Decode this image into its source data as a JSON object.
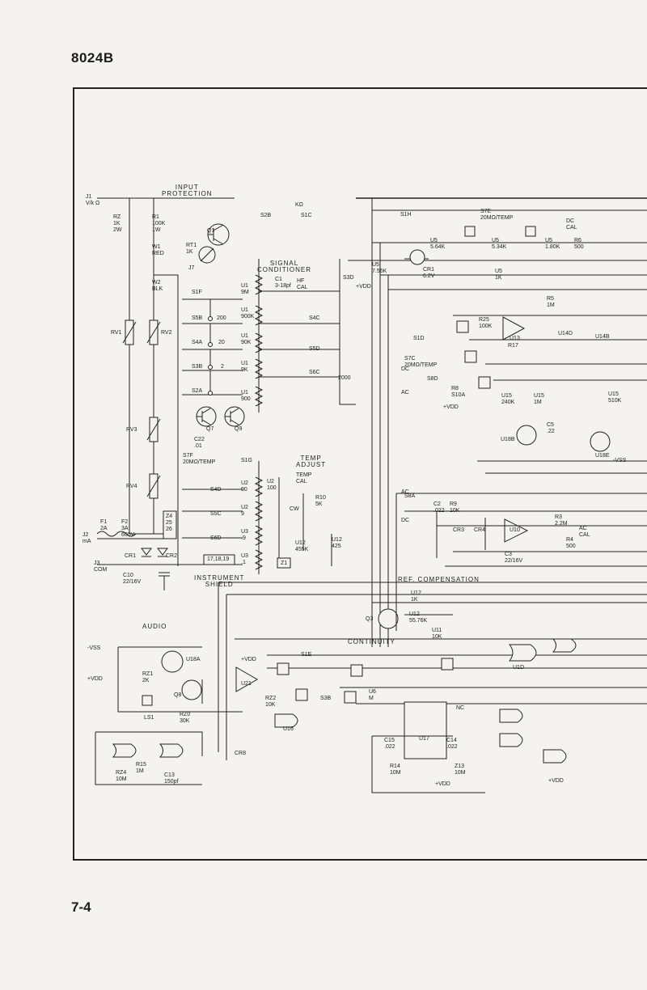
{
  "header": {
    "model": "8024B"
  },
  "footer": {
    "page": "7-4"
  },
  "schematic": {
    "blocks": {
      "input_protection": "INPUT\nPROTECTION",
      "signal_conditioner": "SIGNAL\nCONDITIONER",
      "temp_adjust": "TEMP\nADJUST",
      "ref_compensation": "REF. COMPENSATION",
      "continuity": "CONTINUITY",
      "audio": "AUDIO",
      "instrument_shield": "INSTRUMENT\nSHIELD"
    },
    "inputs": {
      "j1": "J1\nV/k Ω",
      "j2": "J2\nmA",
      "j3": "J3\nCOM",
      "j7": "J7",
      "w1": "W1\nRED",
      "w2": "W2\nBLK"
    },
    "components": {
      "rz": "RZ\n1K\n2W",
      "r1": "R1\n100K\n1W",
      "rv1": "RV1",
      "rv2": "RV2",
      "rv3": "RV3",
      "rv4": "RV4",
      "f1": "F1\n2A",
      "f2": "F2\n3A\n600V",
      "cr1": "CR1",
      "cr2": "CR2",
      "c10": "C10\n22/16V",
      "q1": "Q1",
      "rt1": "RT1\n1K",
      "q7": "Q7",
      "q9": "Q9",
      "c22": "C22\n.01",
      "c1": "C1\n3-18pf",
      "hf_cal": "HF\nCAL",
      "s2b": "S2B",
      "s1c": "S1C",
      "k_omega": "KΩ",
      "s1f": "S1F",
      "s5b": "S5B",
      "s4a": "S4A",
      "s3b": "S3B",
      "s2a": "S2A",
      "s3d": "S3D",
      "s4c": "S4C",
      "s5d": "S5D",
      "s6c": "S6C",
      "u1_9m": "U1\n9M",
      "u1_900k": "U1\n900K",
      "u1_90k": "U1\n90K",
      "u1_9k": "U1\n9K",
      "u1_900": "U1\n900",
      "r_200": "200",
      "r_20": "20",
      "r_2": "2",
      "r_2000": "2000",
      "s7f": "S7F\n20MΩ/TEMP",
      "s1g": "S1G",
      "s4d": "S4D",
      "s5c": "S5C",
      "s6d": "S6D",
      "u2_90": "U2\n90",
      "u2_9": "U2\n9",
      "u3_9": "U3\n.9",
      "u3_1": "U3\n.1",
      "u2_100": "U2\n100",
      "temp_cal": "TEMP\nCAL",
      "r10": "R10\n5K",
      "cw": "CW",
      "u12_455k": "U12\n455K",
      "u12_425": "U12\n425",
      "z1": "Z1",
      "z4": "Z4\n25\n26",
      "z17": "17,18,19",
      "s1h": "S1H",
      "s7e": "S7E\n20MΩ/TEMP",
      "dc_cal": "DC\nCAL",
      "r6": "R6\n500",
      "u5_564k": "U5\n5.64K",
      "u5_534k": "U5\n5.34K",
      "u5_180k": "U5\n1.80K",
      "u5_755k": "U5\n7.55K",
      "u5_1k": "U5\n1K",
      "cr1_62v": "CR1\n6.2V",
      "vdd": "+VDD",
      "vss": "-VSS",
      "r5": "R5\n1M",
      "r25": "R25\n100K",
      "u13": "U13",
      "r17": "R17",
      "u14d": "U14D",
      "u14b": "U14B",
      "s1d": "S1D",
      "s7c": "S7C\n20MΩ/TEMP",
      "s8d": "S8D",
      "r8": "R8\nS10A",
      "u15_240k": "U15\n240K",
      "u15_1m": "U15\n1M",
      "u15_510k": "U15\n510K",
      "c5": "C5\n.22",
      "u18b": "U18B",
      "u18e": "U18E",
      "s8a": "S8A",
      "c2": "C2\n.022",
      "r9": "R9\n10K",
      "cr3": "CR3",
      "cr4": "CR4",
      "u10": "U10",
      "r3": "R3\n2.2M",
      "r4": "R4\n500",
      "ac_cal": "AC\nCAL",
      "c3": "C3\n22/16V",
      "q3": "Q3",
      "u12_1k": "U12\n1K",
      "u12_5576k": "U12\n55.76K",
      "u11_10k": "U11\n10K",
      "u1d": "U1D",
      "u18a": "U18A",
      "rz1": "RZ1\n2K",
      "q8": "Q8",
      "ls1": "LS1",
      "rz0": "RZ0\n30K",
      "u21": "U21",
      "s1e": "S1E",
      "rz2": "RZ2\n10K",
      "u16": "U16",
      "s3b_2": "S3B",
      "u6": "U6\nM",
      "u17": "U17",
      "c15": "C15\n.022",
      "c14": "C14\n.022",
      "r14": "R14\n10M",
      "z13": "Z13\n10M",
      "rz4": "RZ4\n10M",
      "c13": "C13\n150pf",
      "cr8": "CR8",
      "r15": "R15\n1M",
      "nc": "NC",
      "dc": "DC",
      "ac": "AC"
    }
  }
}
